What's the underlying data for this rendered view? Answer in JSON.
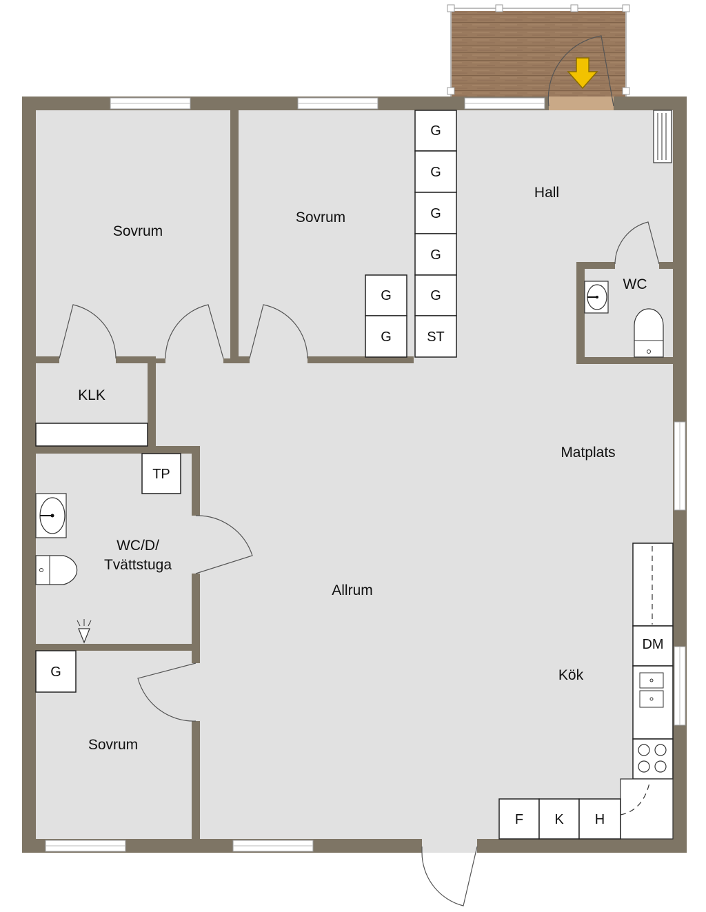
{
  "rooms": {
    "sovrum_1": "Sovrum",
    "sovrum_2": "Sovrum",
    "sovrum_3": "Sovrum",
    "hall": "Hall",
    "wc": "WC",
    "klk": "KLK",
    "wc_d_line1": "WC/D/",
    "wc_d_line2": "Tvättstuga",
    "matplats": "Matplats",
    "allrum": "Allrum",
    "kok": "Kök"
  },
  "fixtures": {
    "garderob": "G",
    "stadskap": "ST",
    "tp": "TP",
    "dm": "DM",
    "f": "F",
    "k": "K",
    "h": "H"
  },
  "colors": {
    "wall": "#7e7565",
    "floor": "#e1e1e1",
    "deck": "#9a7a5e",
    "arrow": "#f2c200"
  }
}
